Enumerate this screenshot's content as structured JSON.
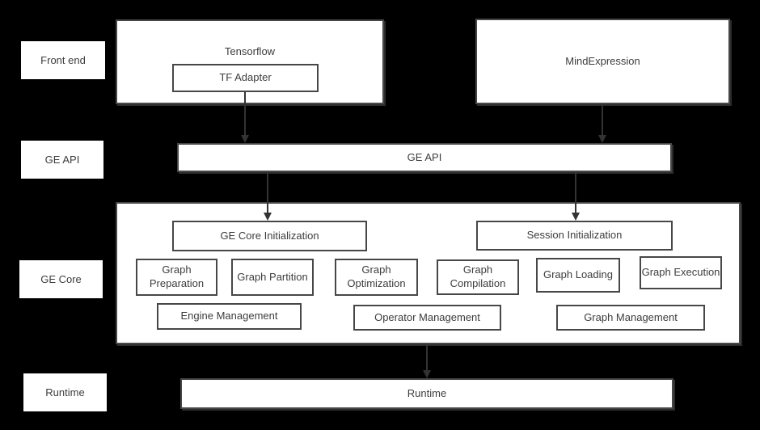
{
  "colors": {
    "background": "#000000",
    "box_fill": "#ffffff",
    "box_border": "#474747",
    "text": "#3d3d3d",
    "arrow": "#333333"
  },
  "row_labels": [
    {
      "label": "Front end"
    },
    {
      "label": "GE API"
    },
    {
      "label": "GE Core"
    },
    {
      "label": "Runtime"
    }
  ],
  "frontend": {
    "tensorflow_title": "Tensorflow",
    "tf_adapter_label": "TF Adapter",
    "mindexpression_label": "MindExpression"
  },
  "ge_api": {
    "label": "GE API"
  },
  "ge_core": {
    "init_left": "GE Core Initialization",
    "init_right": "Session Initialization",
    "stages": [
      "Graph Preparation",
      "Graph Partition",
      "Graph Optimization",
      "Graph Compilation",
      "Graph Loading",
      "Graph Execution"
    ],
    "management": [
      "Engine Management",
      "Operator Management",
      "Graph Management"
    ]
  },
  "runtime": {
    "label": "Runtime"
  }
}
